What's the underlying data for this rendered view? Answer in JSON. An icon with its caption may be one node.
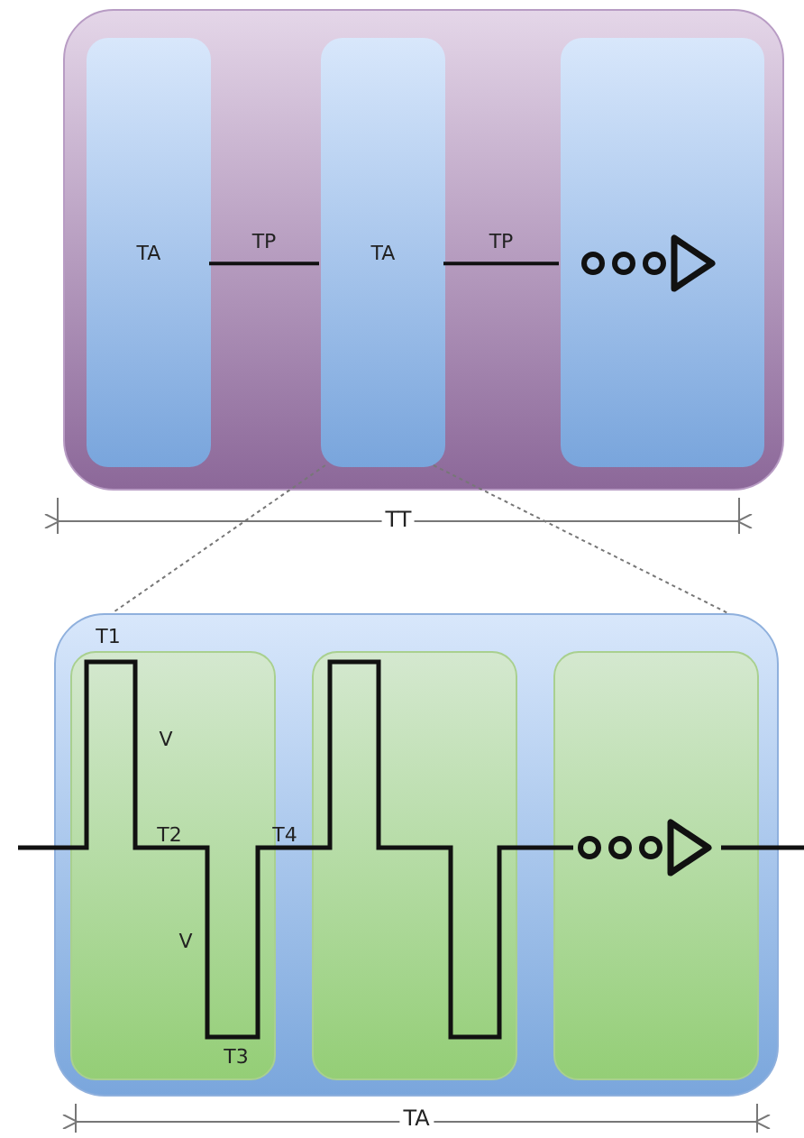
{
  "diagram": {
    "nodes": [
      {
        "text": [],
        "shape": "box"
      },
      {
        "text": [
          "TA"
        ],
        "in": 0
      },
      {
        "text": [
          "TA"
        ],
        "in": 0
      },
      {
        "text": [],
        "shape": "box",
        "in": 0
      },
      {
        "text": [],
        "shape": "box"
      },
      {
        "text": [],
        "shape": "box",
        "in": 4
      },
      {
        "text": [],
        "shape": "box",
        "in": 4
      },
      {
        "text": [],
        "shape": "box",
        "in": 4
      }
    ],
    "edges": [
      {
        "from": 1,
        "to": 2,
        "arrow": "none",
        "label": "TP"
      },
      {
        "from": 2,
        "to": 3,
        "arrow": "none",
        "label": "TP"
      },
      {
        "from": 2,
        "to": 4,
        "arrow": "none",
        "style": "dashed",
        "color": "#777777"
      },
      {
        "from": 2,
        "to": 4,
        "arrow": "none",
        "style": "dashed",
        "color": "#777777"
      }
    ],
    "labels": [
      "TT",
      "T1",
      "V",
      "T2",
      "T4",
      "V",
      "T3",
      "TA"
    ]
  }
}
